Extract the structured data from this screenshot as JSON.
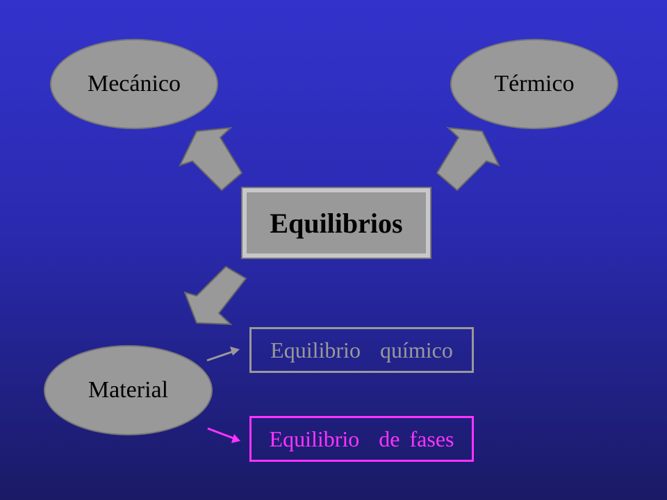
{
  "diagram": {
    "center": {
      "label": "Equilibrios"
    },
    "nodes": {
      "mecanico": {
        "label": "Mecánico"
      },
      "termico": {
        "label": "Térmico"
      },
      "material": {
        "label": "Material"
      }
    },
    "subnodes": {
      "quimico": {
        "label": "Equilibrio  químico",
        "color": "#999999"
      },
      "fases": {
        "label": "Equilibrio  de fases",
        "color": "#ff33ff"
      }
    },
    "colors": {
      "background_top": "#3333cc",
      "background_bottom": "#1a1a66",
      "shape_fill": "#999999",
      "shape_outline": "#777777",
      "highlight": "#ff33ff"
    }
  }
}
